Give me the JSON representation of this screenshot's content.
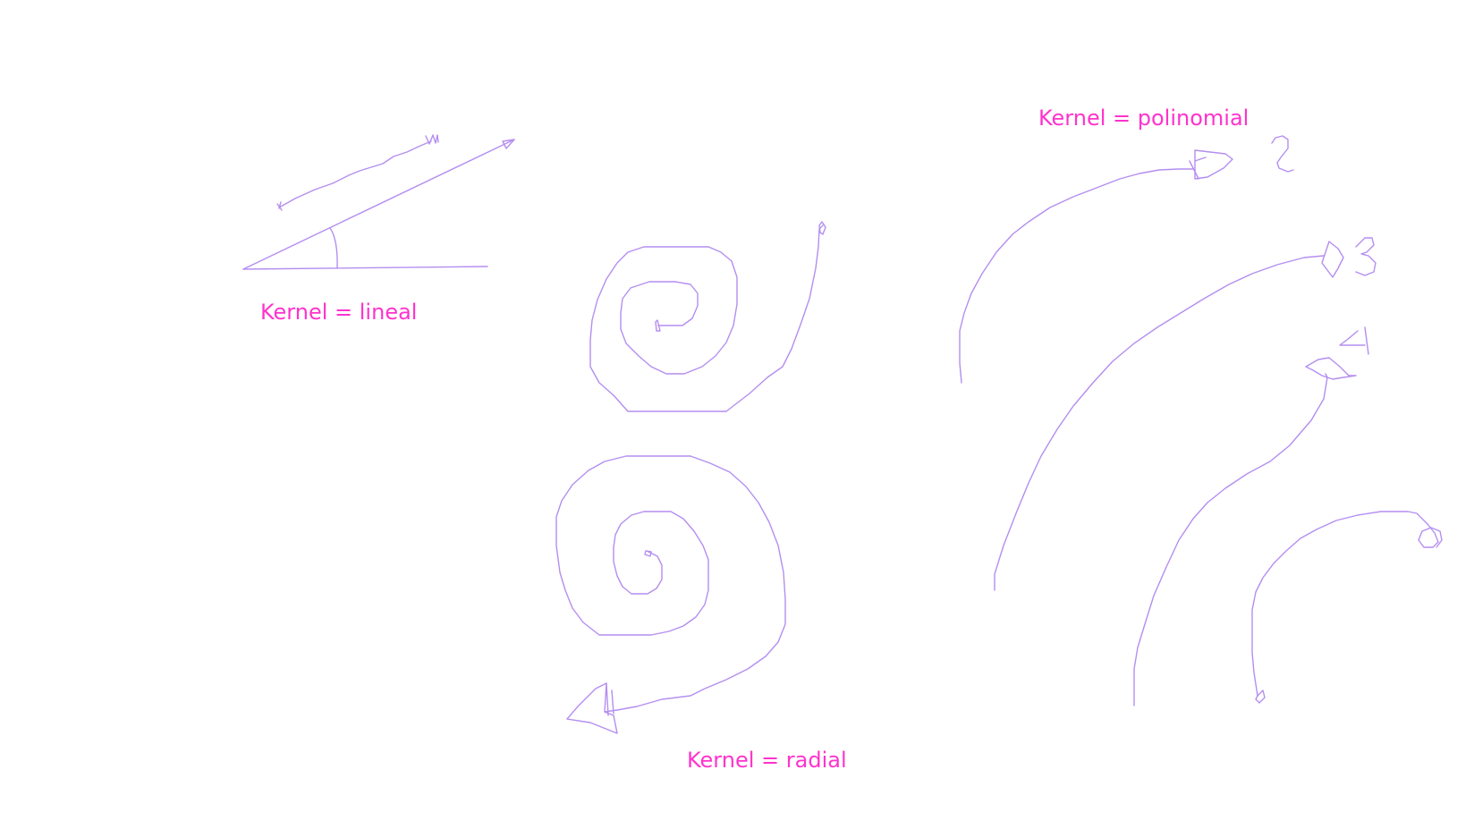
{
  "colors": {
    "ink": "#b48ef0",
    "label": "#ff33cc",
    "background": "#ffffff"
  },
  "labels": {
    "linear": "Kernel = lineal",
    "radial": "Kernel = radial",
    "polynomial": "Kernel = polinomial"
  },
  "degree_marks": [
    "2",
    "3",
    "4"
  ]
}
